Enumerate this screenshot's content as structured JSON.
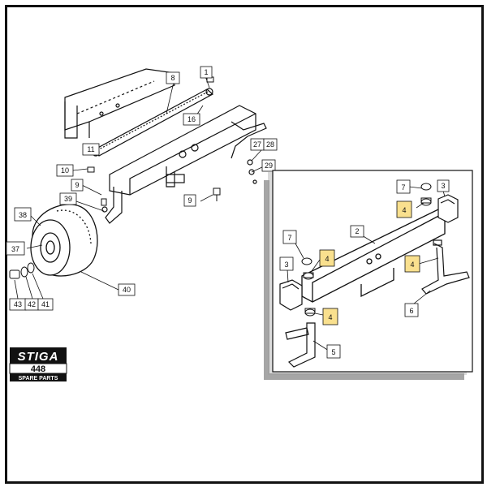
{
  "logo": {
    "brand": "STIGA",
    "model": "448",
    "caption": "SPARE PARTS"
  },
  "colors": {
    "highlight": "#f9e08e",
    "line": "#111111",
    "inset_shadow": "#888888"
  },
  "callouts_main": {
    "c8": "8",
    "c1": "1",
    "c16": "16",
    "c11": "11",
    "c10": "10",
    "c9a": "9",
    "c9b": "9",
    "c39": "39",
    "c27": "27",
    "c28": "28",
    "c29": "29",
    "c38": "38",
    "c37": "37",
    "c40": "40",
    "c43": "43",
    "c42": "42",
    "c41": "41"
  },
  "callouts_inset": {
    "c7a": "7",
    "c3a": "3",
    "c4a": "4",
    "c2": "2",
    "c7b": "7",
    "c4b": "4",
    "c4c": "4",
    "c3b": "3",
    "c6": "6",
    "c4d": "4",
    "c5": "5"
  }
}
